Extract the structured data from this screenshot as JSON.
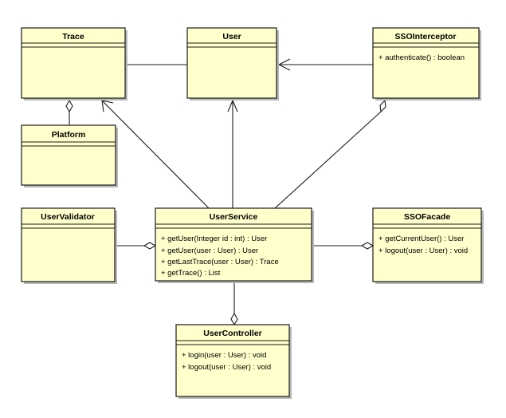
{
  "classes": {
    "trace": {
      "name": "Trace",
      "methods": []
    },
    "user": {
      "name": "User",
      "methods": []
    },
    "sso_interceptor": {
      "name": "SSOInterceptor",
      "methods": [
        "+ authenticate() : boolean"
      ]
    },
    "platform": {
      "name": "Platform",
      "methods": []
    },
    "user_validator": {
      "name": "UserValidator",
      "methods": []
    },
    "user_service": {
      "name": "UserService",
      "methods": [
        "+ getUser(Integer id : int) : User",
        "+ getUser(user : User) : User",
        "+ getLastTrace(user : User) : Trace",
        "+ getTrace() : List"
      ]
    },
    "sso_facade": {
      "name": "SSOFacade",
      "methods": [
        "+ getCurrentUser() : User",
        "+ logout(user : User) : void"
      ]
    },
    "user_controller": {
      "name": "UserController",
      "methods": [
        "+ login(user : User) : void",
        "+ logout(user : User) : void"
      ]
    }
  },
  "colors": {
    "box_fill": "#ffffcc",
    "stroke": "#1a1a1a",
    "shadow": "#b8b8b8"
  }
}
